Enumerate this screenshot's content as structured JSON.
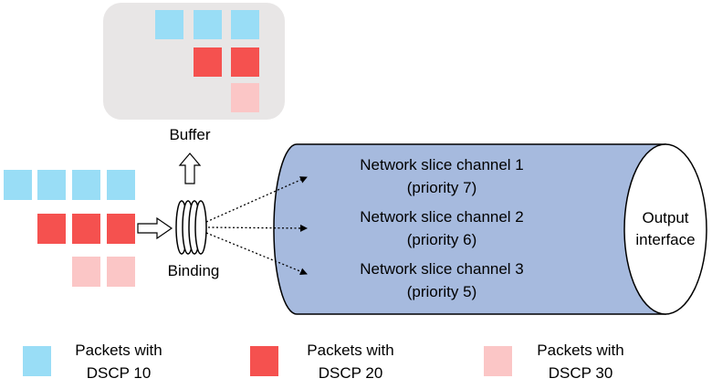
{
  "colors": {
    "dscp10": "#99DDF6",
    "dscp20": "#F5514F",
    "dscp30": "#FBC6C6",
    "buffer_bg": "#E8E6E6",
    "pipe_fill": "#A6BADE"
  },
  "buffer": {
    "label": "Buffer"
  },
  "binding": {
    "label": "Binding"
  },
  "channels": [
    {
      "name": "Network slice channel 1",
      "priority": "(priority 7)"
    },
    {
      "name": "Network slice channel 2",
      "priority": "(priority 6)"
    },
    {
      "name": "Network slice channel 3",
      "priority": "(priority 5)"
    }
  ],
  "output": {
    "line1": "Output",
    "line2": "interface"
  },
  "legend": [
    {
      "line1": "Packets with",
      "line2": "DSCP 10"
    },
    {
      "line1": "Packets with",
      "line2": "DSCP 20"
    },
    {
      "line1": "Packets with",
      "line2": "DSCP 30"
    }
  ]
}
